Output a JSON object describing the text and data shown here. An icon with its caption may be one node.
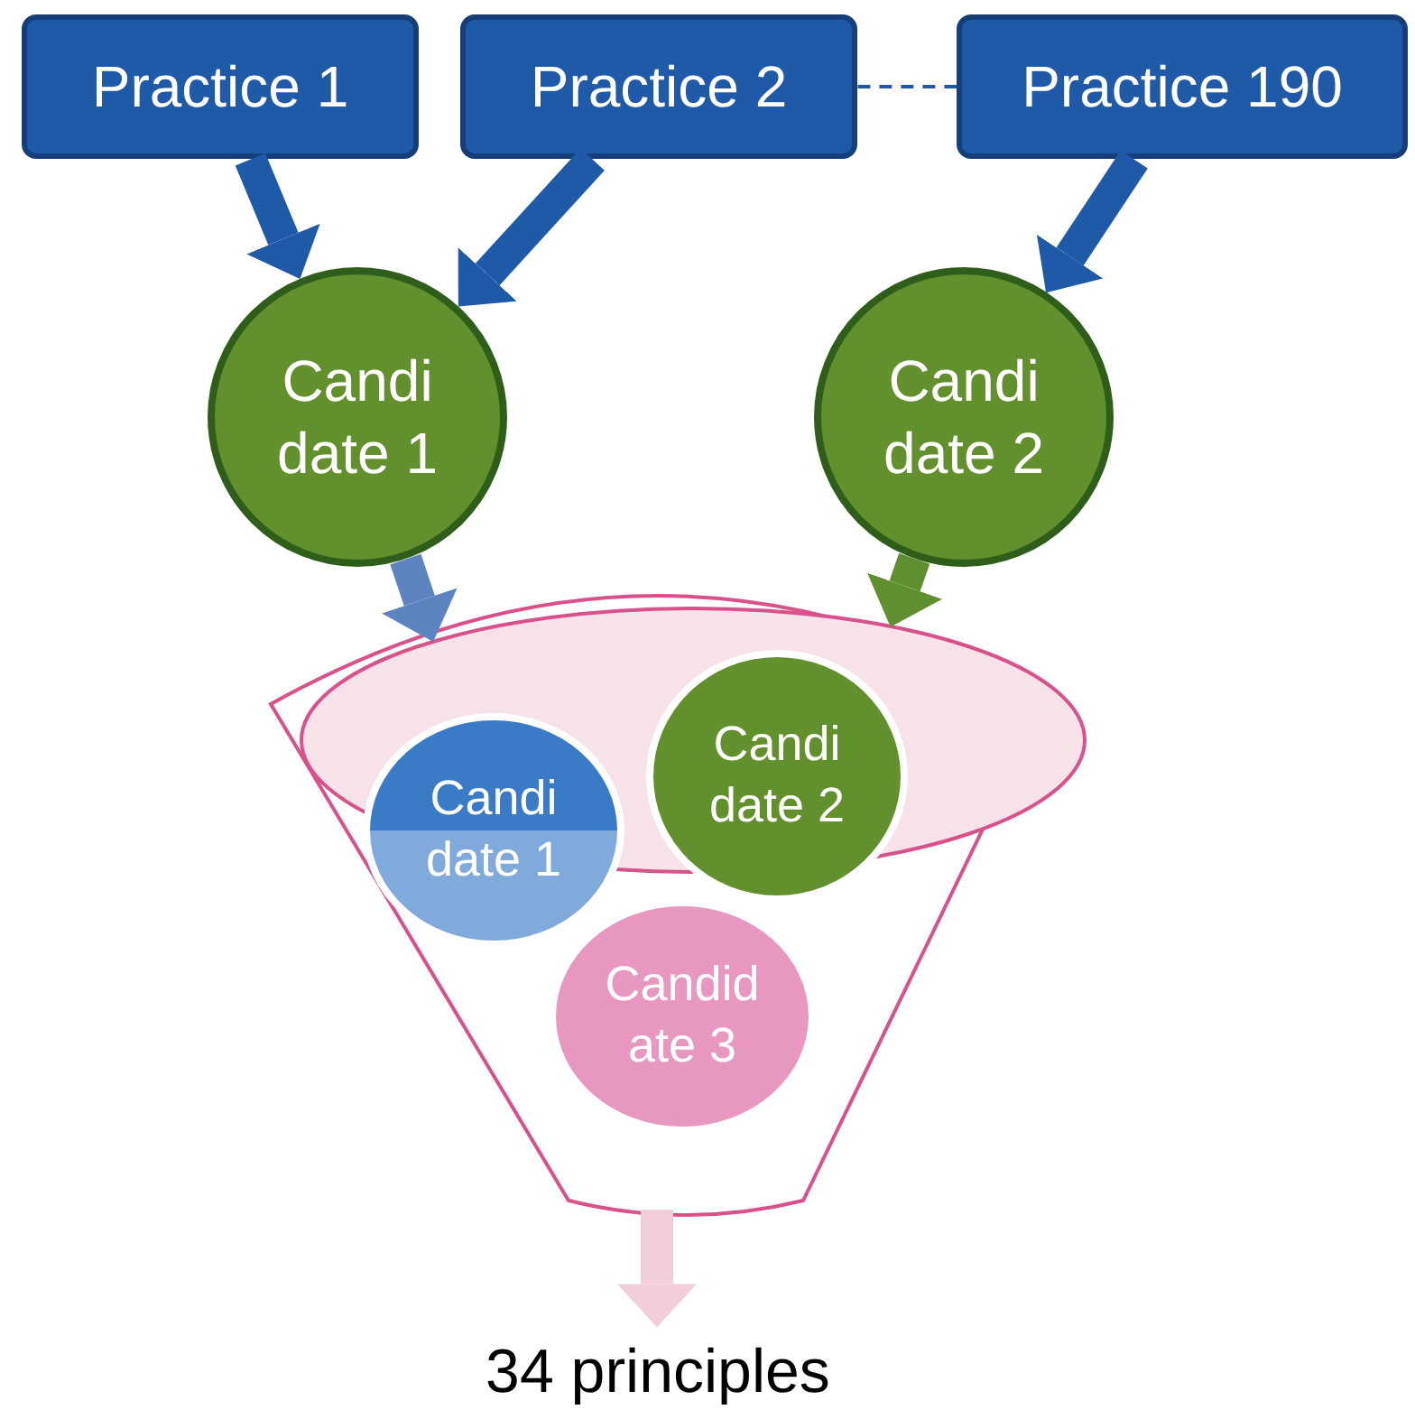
{
  "diagram": {
    "nodes": [
      {
        "text": [
          "Practice 1"
        ]
      },
      {
        "text": [
          "Practice 2"
        ]
      },
      {
        "text": [
          "Practice 190"
        ]
      },
      {
        "text": [
          "Candi date 1"
        ]
      },
      {
        "text": [
          "Candi date 2"
        ]
      },
      {
        "text": [],
        "shape": "funnel"
      },
      {
        "text": [
          "Candi date 1"
        ],
        "in": 5
      },
      {
        "text": [
          "Candi date 2"
        ],
        "in": 5
      },
      {
        "text": [
          "Candid ate 3"
        ],
        "in": 5
      },
      {
        "text": [
          "34 principles"
        ]
      }
    ],
    "edges": [
      {
        "from": 0,
        "to": 3,
        "arrow": "to"
      },
      {
        "from": 1,
        "to": 3,
        "arrow": "to"
      },
      {
        "from": 2,
        "to": 4,
        "arrow": "to"
      },
      {
        "from": 1,
        "to": 2,
        "arrow": "none",
        "style": "dashed"
      },
      {
        "from": 3,
        "to": 5,
        "arrow": "to",
        "color": "#5b84c0"
      },
      {
        "from": 4,
        "to": 5,
        "arrow": "to",
        "color": "#5f8f2e"
      },
      {
        "from": 5,
        "to": 9,
        "arrow": "to",
        "color": "#f2cdda"
      }
    ]
  }
}
